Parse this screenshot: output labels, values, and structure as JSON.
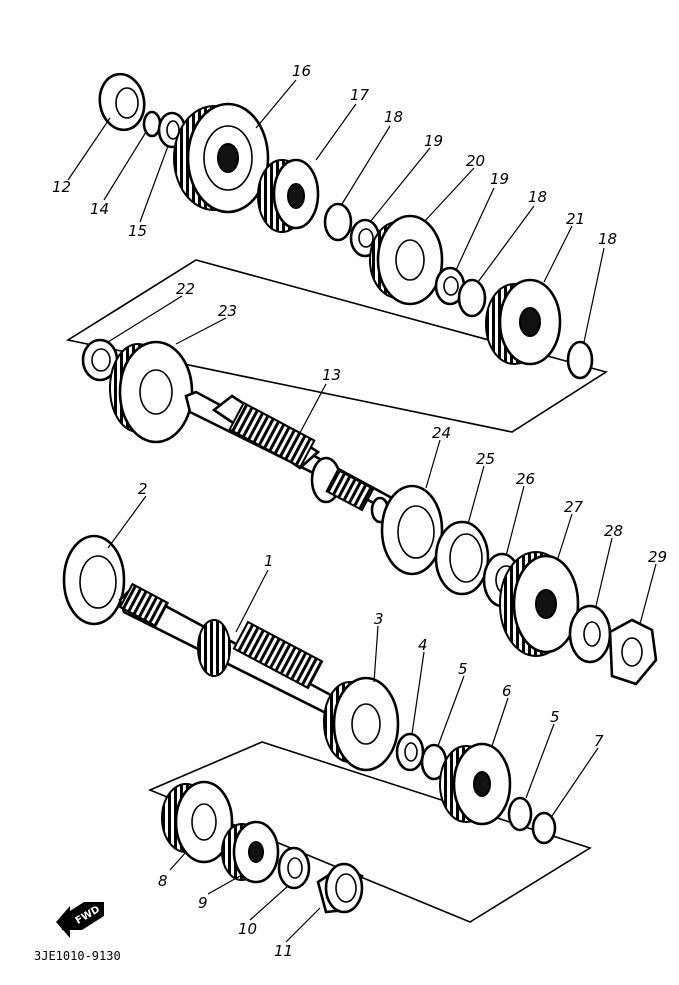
{
  "diagram": {
    "document_id": "3JE1010-9130",
    "direction_marker": "FWD",
    "callouts": [
      {
        "id": "c1",
        "label": "1"
      },
      {
        "id": "c2",
        "label": "2"
      },
      {
        "id": "c3",
        "label": "3"
      },
      {
        "id": "c4",
        "label": "4"
      },
      {
        "id": "c5a",
        "label": "5"
      },
      {
        "id": "c5b",
        "label": "5"
      },
      {
        "id": "c6",
        "label": "6"
      },
      {
        "id": "c7",
        "label": "7"
      },
      {
        "id": "c8",
        "label": "8"
      },
      {
        "id": "c9",
        "label": "9"
      },
      {
        "id": "c10",
        "label": "10"
      },
      {
        "id": "c11",
        "label": "11"
      },
      {
        "id": "c12",
        "label": "12"
      },
      {
        "id": "c13",
        "label": "13"
      },
      {
        "id": "c14",
        "label": "14"
      },
      {
        "id": "c15",
        "label": "15"
      },
      {
        "id": "c16",
        "label": "16"
      },
      {
        "id": "c17",
        "label": "17"
      },
      {
        "id": "c18a",
        "label": "18"
      },
      {
        "id": "c18b",
        "label": "18"
      },
      {
        "id": "c18c",
        "label": "18"
      },
      {
        "id": "c19a",
        "label": "19"
      },
      {
        "id": "c19b",
        "label": "19"
      },
      {
        "id": "c20",
        "label": "20"
      },
      {
        "id": "c21",
        "label": "21"
      },
      {
        "id": "c22",
        "label": "22"
      },
      {
        "id": "c23",
        "label": "23"
      },
      {
        "id": "c24",
        "label": "24"
      },
      {
        "id": "c25",
        "label": "25"
      },
      {
        "id": "c26",
        "label": "26"
      },
      {
        "id": "c27",
        "label": "27"
      },
      {
        "id": "c28",
        "label": "28"
      },
      {
        "id": "c29",
        "label": "29"
      }
    ]
  }
}
